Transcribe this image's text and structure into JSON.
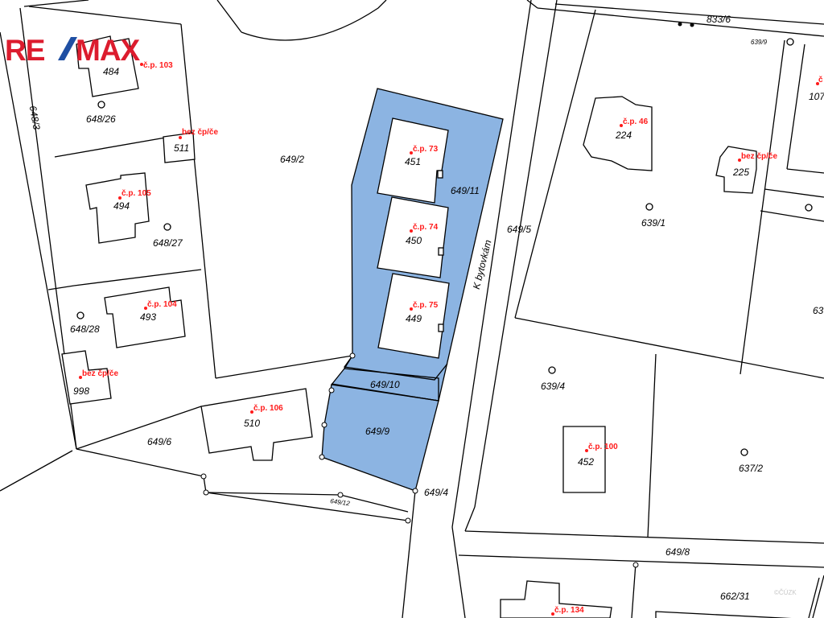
{
  "brand": {
    "logo_text_left": "RE",
    "logo_text_right": "MAX",
    "logo_colors": {
      "red": "#dc1c2e",
      "blue": "#1f4fa3"
    }
  },
  "colors": {
    "selected_parcel": "#8cb4e2",
    "house_number": "#ff1a1a"
  },
  "street": "K bytovkám",
  "parcels": [
    "648/3",
    "648/26",
    "649/2",
    "648/27",
    "648/28",
    "649/6",
    "649/11",
    "649/10",
    "649/9",
    "649/4",
    "649/12",
    "649/5",
    "833/6",
    "639/9",
    "639/1",
    "639/4",
    "637/2",
    "649/8",
    "662/31",
    "63"
  ],
  "buildings": [
    "484",
    "511",
    "494",
    "493",
    "998",
    "510",
    "451",
    "450",
    "449",
    "224",
    "225",
    "107",
    "452"
  ],
  "house_numbers": [
    "č.p. 103",
    "bez čp/če",
    "č.p. 105",
    "č.p. 104",
    "bez čp/če",
    "č.p. 106",
    "č.p. 73",
    "č.p. 74",
    "č.p. 75",
    "č.p. 46",
    "bez čp/če",
    "č.p. 100",
    "č.p. 134",
    "č"
  ],
  "copyright": "©ČÚZK"
}
